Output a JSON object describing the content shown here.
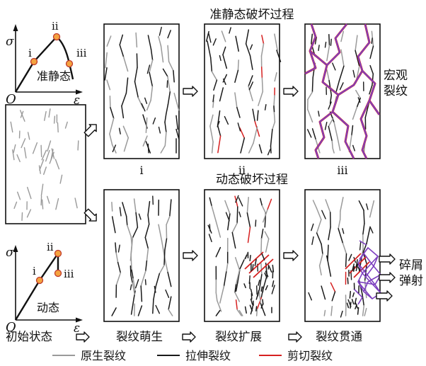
{
  "titles": {
    "quasi_static": "准静态破坏过程",
    "dynamic": "动态破坏过程"
  },
  "stress_curve_quasi": {
    "y_axis": "σ",
    "x_axis": "ε",
    "origin": "O",
    "points": [
      "i",
      "ii",
      "iii"
    ],
    "caption": "准静态"
  },
  "stress_curve_dynamic": {
    "y_axis": "σ",
    "x_axis": "ε",
    "origin": "O",
    "points": [
      "i",
      "ii",
      "iii"
    ],
    "caption": "动态"
  },
  "panel_labels": [
    "i",
    "ii",
    "iii"
  ],
  "side_labels": {
    "macro_line1": "宏观",
    "macro_line2": "裂纹",
    "debris_line1": "碎屑",
    "debris_line2": "弹射"
  },
  "stage_labels": [
    "初始状态",
    "裂纹萌生",
    "裂纹扩展",
    "裂纹贯通"
  ],
  "legend": [
    {
      "label": "原生裂纹",
      "color": "#9a9a9a"
    },
    {
      "label": "拉伸裂纹",
      "color": "#1a1a1a"
    },
    {
      "label": "剪切裂纹",
      "color": "#d62020"
    }
  ],
  "colors": {
    "macro_crack": "#7d3fbf",
    "marker_fill": "#f4a340",
    "marker_edge": "#c0392b"
  }
}
